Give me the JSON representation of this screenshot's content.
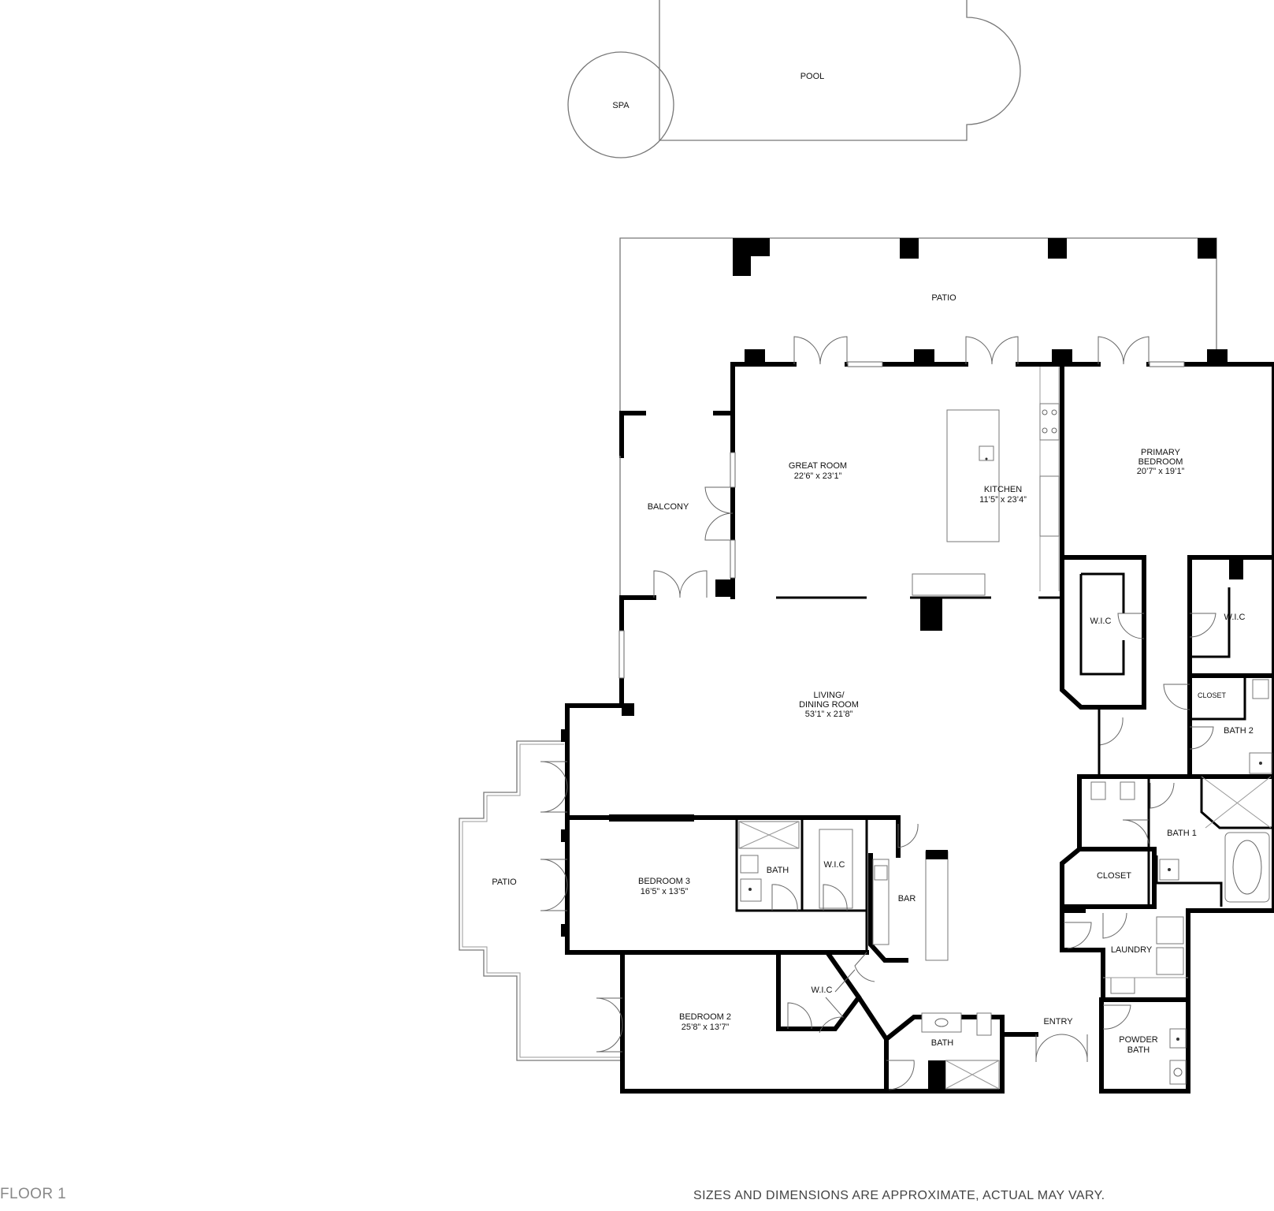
{
  "footer": {
    "floor": "FLOOR 1",
    "disclaimer": "SIZES AND DIMENSIONS ARE APPROXIMATE, ACTUAL MAY VARY."
  },
  "rooms": {
    "pool": "POOL",
    "spa": "SPA",
    "patio_top": "PATIO",
    "balcony": "BALCONY",
    "great_room": {
      "name": "GREAT ROOM",
      "dims": "22’6” x 23’1”"
    },
    "kitchen": {
      "name": "KITCHEN",
      "dims": "11’5” x 23’4”"
    },
    "primary_bedroom": {
      "name1": "PRIMARY",
      "name2": "BEDROOM",
      "dims": "20’7” x 19’1”"
    },
    "wic_left": "W.I.C",
    "wic_right": "W.I.C",
    "closet_small": "CLOSET",
    "bath2": "BATH 2",
    "living": {
      "name1": "LIVING/",
      "name2": "DINING ROOM",
      "dims": "53’1” x 21’8”"
    },
    "patio_left": "PATIO",
    "bedroom3": {
      "name": "BEDROOM 3",
      "dims": "16’5” x 13’5”"
    },
    "bath_b3": "BATH",
    "wic_b3": "W.I.C",
    "bar": "BAR",
    "bath1": "BATH 1",
    "closet": "CLOSET",
    "laundry": "LAUNDRY",
    "bedroom2": {
      "name": "BEDROOM 2",
      "dims": "25’8” x 13’7”"
    },
    "wic_b2": "W.I.C",
    "bath_b2": "BATH",
    "entry": "ENTRY",
    "powder": {
      "name1": "POWDER",
      "name2": "BATH"
    }
  }
}
